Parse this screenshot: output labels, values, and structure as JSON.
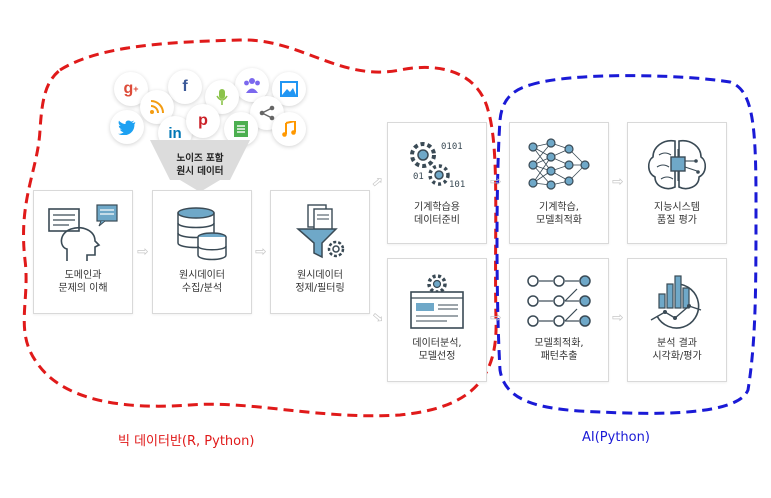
{
  "boxes": {
    "domain": [
      "도메인과",
      "문제의 이해"
    ],
    "collect": [
      "원시데이터",
      "수집/분석"
    ],
    "refine": [
      "원시데이터",
      "정제/필터링"
    ],
    "ml_prep": [
      "기계학습용",
      "데이터준비"
    ],
    "analysis": [
      "데이터분석,",
      "모델선정"
    ],
    "ml_model": [
      "기계학습,",
      "모델최적화"
    ],
    "pattern": [
      "모델최적화,",
      "패턴추출"
    ],
    "intelligent": [
      "지능시스템",
      "품질 평가"
    ],
    "visual": [
      "분석 결과",
      "시각화/평가"
    ]
  },
  "noise_label": [
    "노이즈 포함",
    "원시 데이터"
  ],
  "social_icons": [
    "google-plus",
    "rss",
    "facebook",
    "microphone",
    "users",
    "image",
    "twitter",
    "linkedin",
    "pinterest",
    "document",
    "share",
    "music"
  ],
  "captions": {
    "bigdata": "빅 데이터반(R, Python)",
    "ai": "AI(Python)"
  },
  "colors": {
    "bigdata_border": "#e01a1a",
    "ai_border": "#1a1ad6",
    "icon_stroke": "#3a4a55",
    "icon_accent": "#6fa8c8"
  }
}
